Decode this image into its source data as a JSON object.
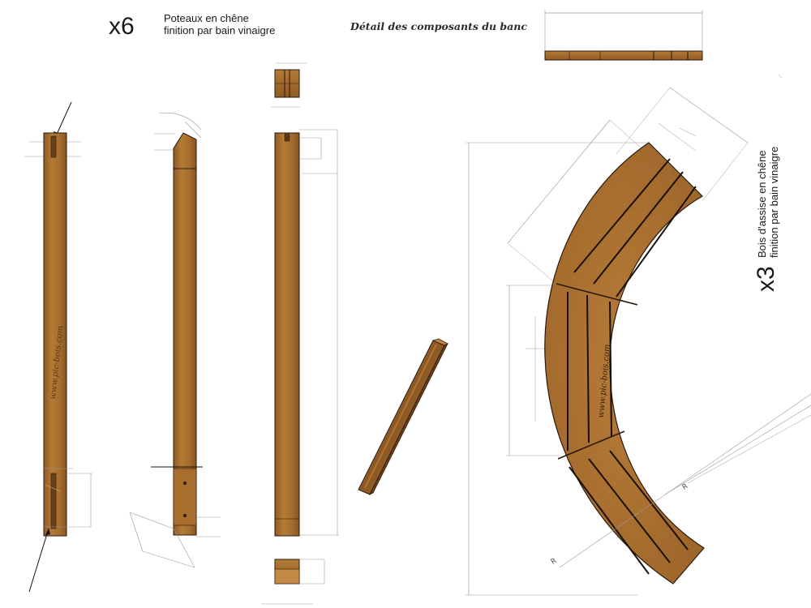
{
  "header": {
    "posts_quantity": "x6",
    "posts_line1": "Poteaux en chêne",
    "posts_line2": "finition par bain vinaigre",
    "detail_title": "Détail des composants du banc"
  },
  "seat": {
    "quantity": "x3",
    "line1": "Bois d'assise en chêne",
    "line2": "finition par bain vinaigre"
  },
  "watermark": "www.pic-bois.com",
  "radius_label": "R",
  "colors": {
    "wood": "#a9702e",
    "wood_dark": "#7d4f1f",
    "wood_light": "#c78f4a",
    "outline": "#2a1a0c",
    "dimension": "#8a8a8a"
  }
}
